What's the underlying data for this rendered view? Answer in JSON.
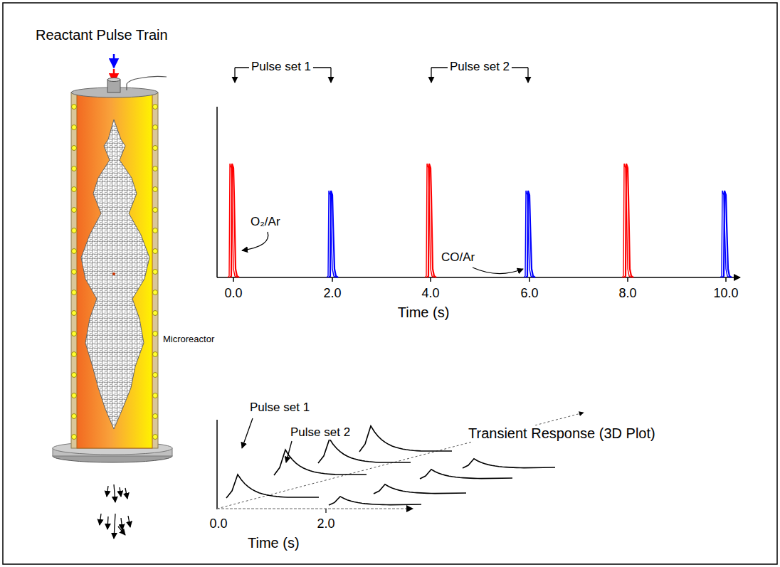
{
  "diagram": {
    "labels": [
      "Reactant Pulse Train",
      "Pulse set 1",
      "Pulse set 2",
      "O₂/Ar",
      "CO/Ar",
      "0.0",
      "2.0",
      "4.0",
      "6.0",
      "8.0",
      "10.0",
      "Time (s)",
      "Microreactor",
      "Pulse set 1",
      "Pulse set 2",
      "Transient Response (3D Plot)",
      "0.0",
      "2.0",
      "Time (s)"
    ]
  }
}
